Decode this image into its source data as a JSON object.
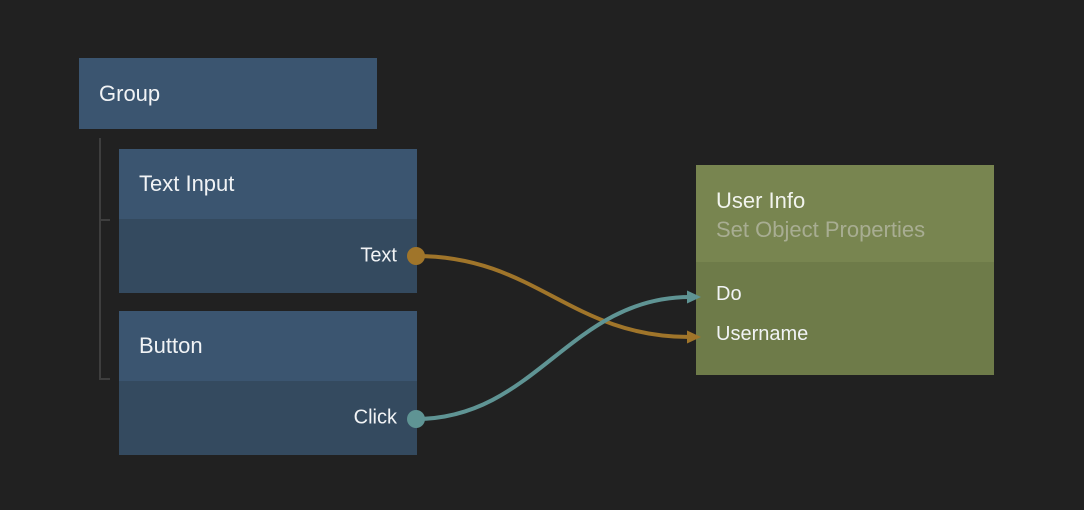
{
  "editor": {
    "description": "Node graph canvas connecting UI components to an action node"
  },
  "group_node": {
    "title": "Group"
  },
  "nodes": {
    "text_input": {
      "title": "Text Input",
      "output_port": "Text"
    },
    "button": {
      "title": "Button",
      "output_port": "Click"
    },
    "user_info": {
      "title": "User Info",
      "subtitle": "Set Object Properties",
      "input_ports": [
        "Do",
        "Username"
      ]
    }
  },
  "connections": [
    {
      "from_node": "Text Input",
      "from_port": "Text",
      "to_node": "User Info",
      "to_port": "Username",
      "color": "#a0752a"
    },
    {
      "from_node": "Button",
      "from_port": "Click",
      "to_node": "User Info",
      "to_port": "Do",
      "color": "#5f9494"
    }
  ],
  "colors": {
    "background": "#212121",
    "node_header_blue": "#3b5570",
    "node_body_blue": "#344a5f",
    "node_header_olive": "#788550",
    "node_body_olive": "#6e7b49",
    "data_gold": "#a0752a",
    "signal_teal": "#5f9494",
    "title_text": "#f1f3f5",
    "subtitle_text": "#a8ad92",
    "tree_line": "#3e3e3e"
  }
}
